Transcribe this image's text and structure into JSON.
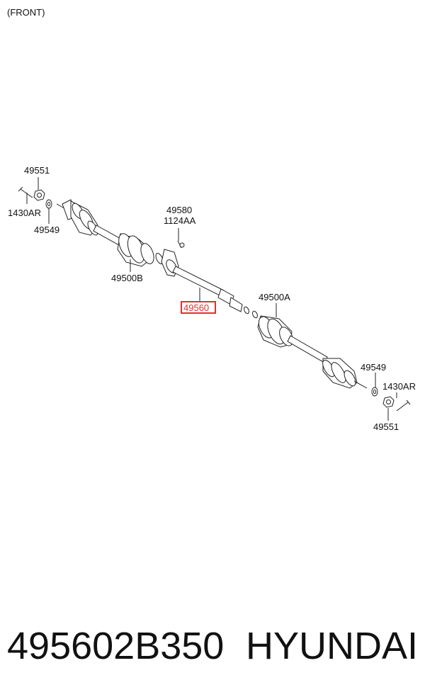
{
  "header": {
    "view_label": "(FRONT)"
  },
  "parts": {
    "p49551_left": "49551",
    "p1430AR_left": "1430AR",
    "p49549_left": "49549",
    "p49580": "49580",
    "p1124AA": "1124AA",
    "p49500B": "49500B",
    "p49560": "49560",
    "p49500A": "49500A",
    "p49549_right": "49549",
    "p1430AR_right": "1430AR",
    "p49551_right": "49551"
  },
  "highlight_color": "#e03030",
  "footer": {
    "part_number": "495602B350",
    "brand": "HYUNDAI"
  }
}
